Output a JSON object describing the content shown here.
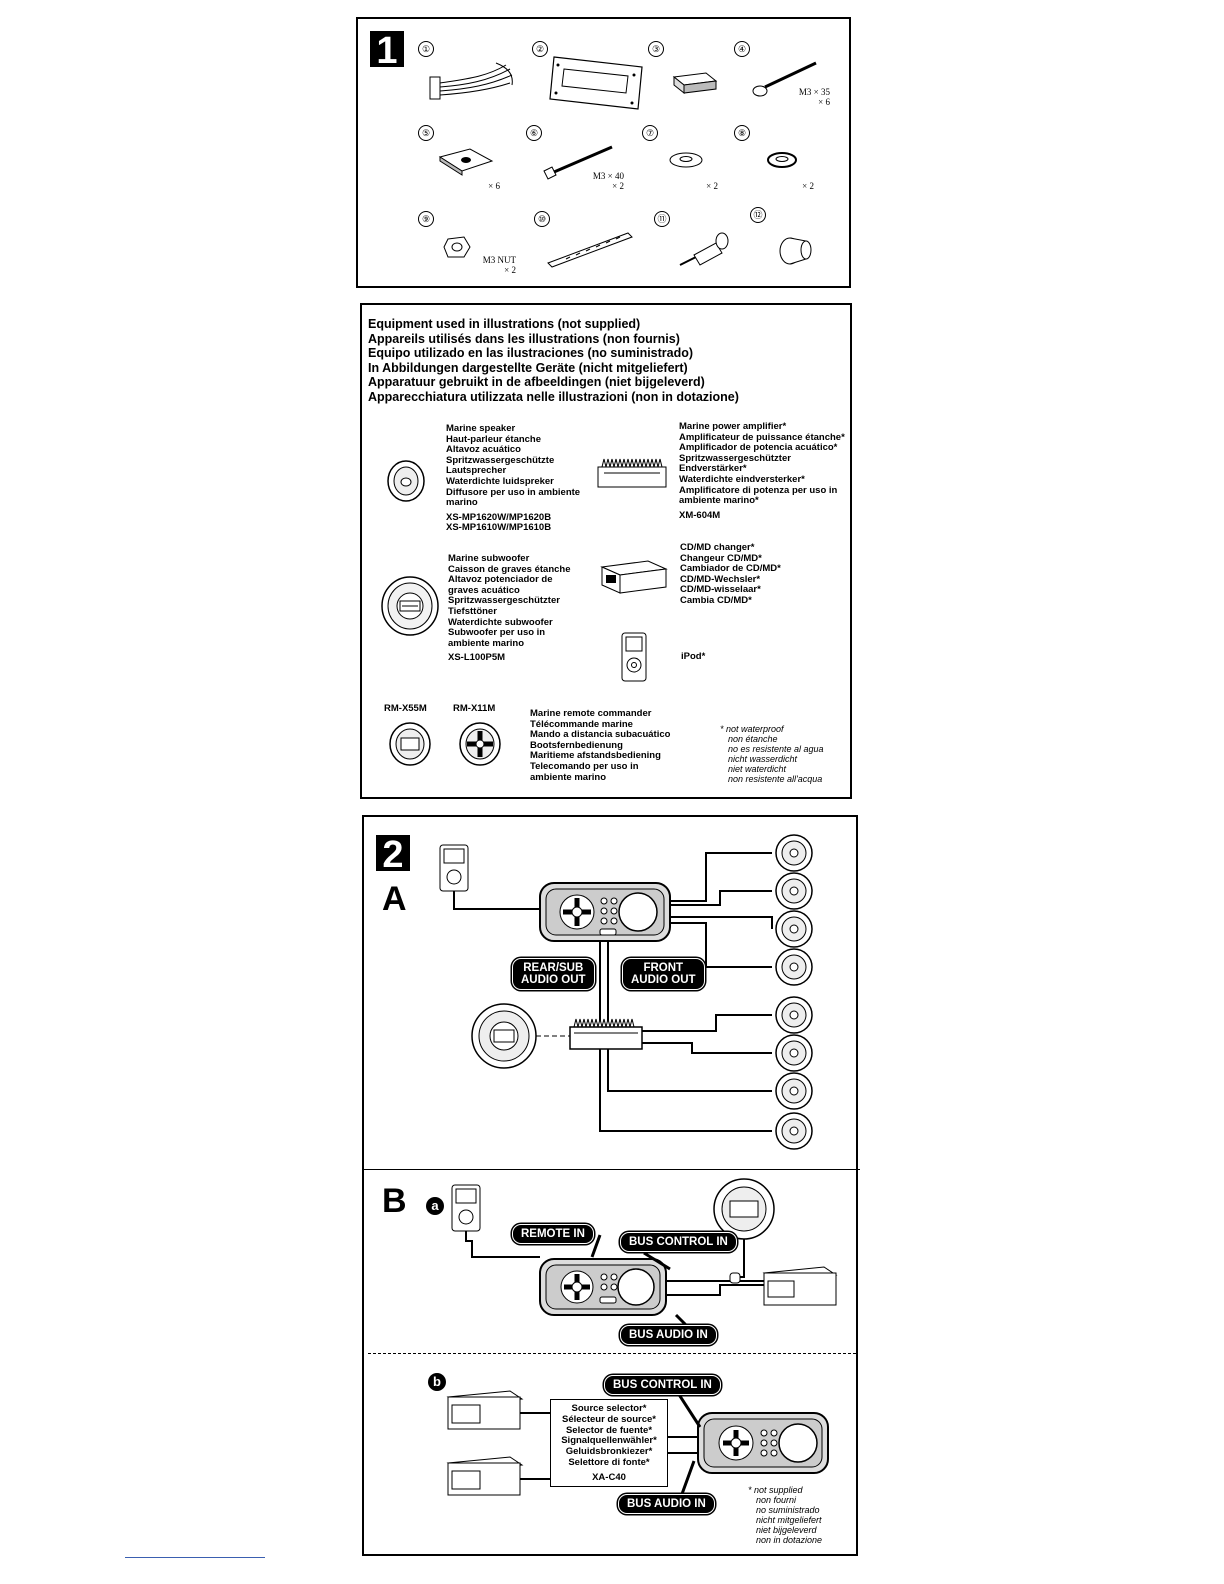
{
  "section1": {
    "number": "1",
    "parts": [
      {
        "num": "①",
        "label": ""
      },
      {
        "num": "②",
        "label": ""
      },
      {
        "num": "③",
        "label": ""
      },
      {
        "num": "④",
        "label": "M3 × 35\n× 6"
      },
      {
        "num": "⑤",
        "label": "× 6"
      },
      {
        "num": "⑥",
        "label": "M3 × 40\n× 2"
      },
      {
        "num": "⑦",
        "label": "× 2"
      },
      {
        "num": "⑧",
        "label": "× 2"
      },
      {
        "num": "⑨",
        "label": "M3 NUT\n× 2"
      },
      {
        "num": "⑩",
        "label": ""
      },
      {
        "num": "⑪",
        "label": ""
      },
      {
        "num": "⑫",
        "label": ""
      }
    ]
  },
  "equipment": {
    "heading": [
      "Equipment used in illustrations (not supplied)",
      "Appareils utilisés dans les illustrations (non fournis)",
      "Equipo utilizado en las ilustraciones (no suministrado)",
      "In Abbildungen dargestellte Geräte (nicht mitgeliefert)",
      "Apparatuur gebruikt in de afbeeldingen (niet bijgeleverd)",
      "Apparecchiatura utilizzata nelle illustrazioni (non in dotazione)"
    ],
    "speaker": {
      "lines": [
        "Marine speaker",
        "Haut-parleur étanche",
        "Altavoz acuático",
        "Spritzwassergeschützte",
        "Lautsprecher",
        "Waterdichte luidspreker",
        "Diffusore per uso in ambiente",
        "marino"
      ],
      "models": [
        "XS-MP1620W/MP1620B",
        "XS-MP1610W/MP1610B"
      ]
    },
    "amplifier": {
      "lines": [
        "Marine power amplifier*",
        "Amplificateur de puissance étanche*",
        "Amplificador de potencia acuático*",
        "Spritzwassergeschützter",
        "Endverstärker*",
        "Waterdichte eindversterker*",
        "Amplificatore di potenza per uso in",
        "ambiente marino*"
      ],
      "models": [
        "XM-604M"
      ]
    },
    "subwoofer": {
      "lines": [
        "Marine subwoofer",
        "Caisson de graves étanche",
        "Altavoz potenciador de",
        "graves acuático",
        "Spritzwassergeschützter",
        "Tiefsttöner",
        "Waterdichte subwoofer",
        "Subwoofer per uso in",
        "ambiente marino"
      ],
      "models": [
        "XS-L100P5M"
      ]
    },
    "changer": {
      "lines": [
        "CD/MD changer*",
        "Changeur CD/MD*",
        "Cambiador de CD/MD*",
        "CD/MD-Wechsler*",
        "CD/MD-wisselaar*",
        "Cambia CD/MD*"
      ]
    },
    "ipod": {
      "label": "iPod*"
    },
    "remote_models": [
      "RM-X55M",
      "RM-X11M"
    ],
    "remote": {
      "lines": [
        "Marine remote commander",
        "Télécommande marine",
        "Mando a distancia subacuático",
        "Bootsfernbedienung",
        "Maritieme afstandsbediening",
        "Telecomando per uso in",
        "ambiente marino"
      ]
    },
    "note": {
      "lines": [
        "* not waterproof",
        "non étanche",
        "no es resistente al agua",
        "nicht wasserdicht",
        "niet waterdicht",
        "non resistente all'acqua"
      ]
    }
  },
  "section2": {
    "number": "2",
    "partA": {
      "letter": "A",
      "rear_out": [
        "REAR/SUB",
        "AUDIO OUT"
      ],
      "front_out": [
        "FRONT",
        "AUDIO OUT"
      ]
    },
    "partB": {
      "letter": "B",
      "sub_a": "a",
      "sub_b": "b",
      "remote_in": "REMOTE IN",
      "bus_control_in": "BUS CONTROL IN",
      "bus_audio_in": "BUS AUDIO IN",
      "source_selector": {
        "lines": [
          "Source selector*",
          "Sélecteur de source*",
          "Selector de fuente*",
          "Signalquellenwähler*",
          "Geluidsbronkiezer*",
          "Selettore di fonte*"
        ],
        "model": "XA-C40"
      },
      "note": {
        "lines": [
          "* not supplied",
          "non fourni",
          "no suministrado",
          "nicht mitgeliefert",
          "niet bijgeleverd",
          "non in dotazione"
        ]
      }
    }
  }
}
